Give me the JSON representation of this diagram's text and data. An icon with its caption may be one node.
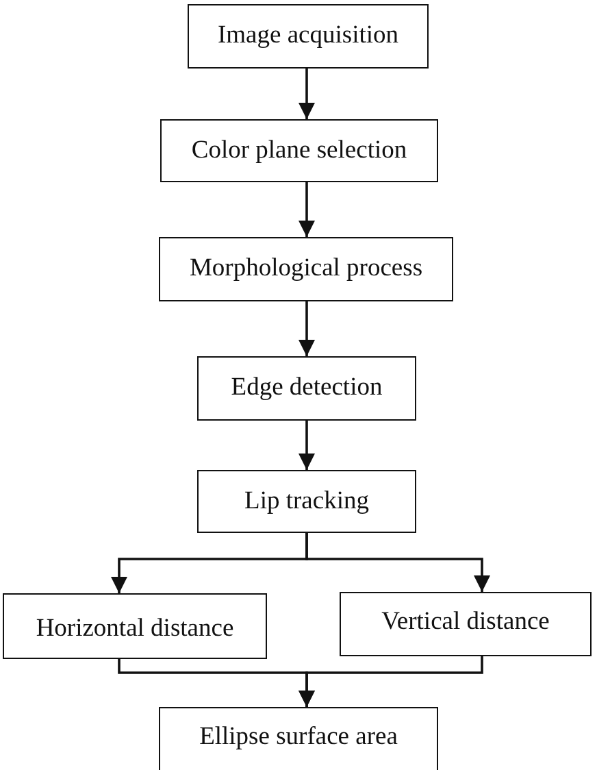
{
  "diagram": {
    "nodes": [
      {
        "text": [
          "Image acquisition"
        ]
      },
      {
        "text": [
          "Color plane selection"
        ]
      },
      {
        "text": [
          "Morphological process"
        ]
      },
      {
        "text": [
          "Edge detection"
        ]
      },
      {
        "text": [
          "Lip tracking"
        ]
      },
      {
        "text": [
          "Horizontal distance"
        ]
      },
      {
        "text": [
          "Vertical distance"
        ]
      },
      {
        "text": [
          "Ellipse surface area"
        ]
      }
    ],
    "edges": [
      {
        "from": 0,
        "to": 1,
        "arrow": "to"
      },
      {
        "from": 1,
        "to": 2,
        "arrow": "to"
      },
      {
        "from": 2,
        "to": 3,
        "arrow": "to"
      },
      {
        "from": 3,
        "to": 4,
        "arrow": "to"
      },
      {
        "from": 4,
        "to": 5,
        "arrow": "to"
      },
      {
        "from": 4,
        "to": 6,
        "arrow": "to"
      },
      {
        "from": 5,
        "to": 7,
        "arrow": "to"
      },
      {
        "from": 6,
        "to": 7,
        "arrow": "to"
      }
    ]
  }
}
